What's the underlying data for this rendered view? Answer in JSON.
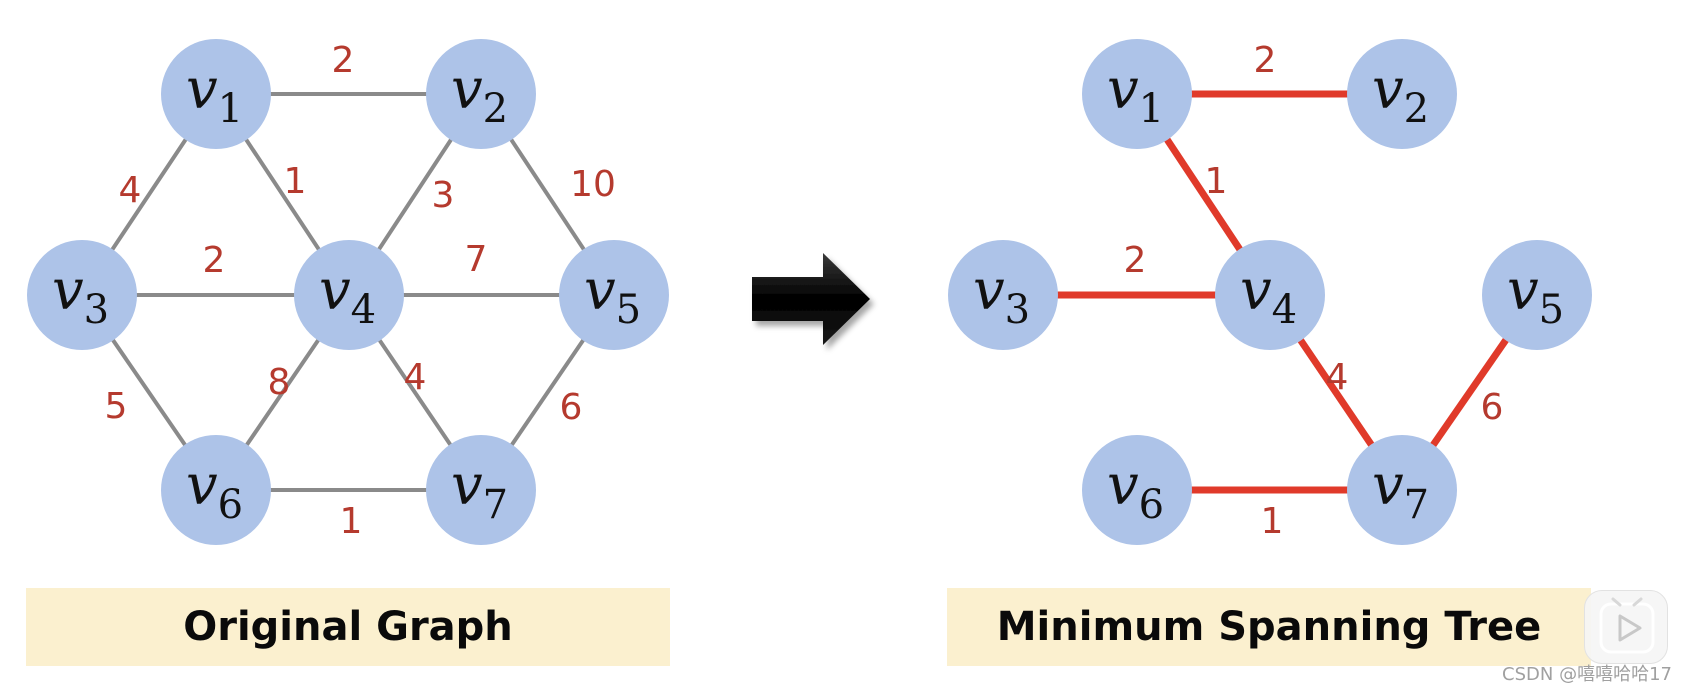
{
  "colors": {
    "node_fill": "#adc3e8",
    "original_edge": "#8a8a8a",
    "mst_edge": "#e03a2a",
    "weight_text": "#b53a2e",
    "caption_bg": "#fbf0cf",
    "arrow": "#111111"
  },
  "original_graph": {
    "caption": "Original Graph",
    "nodes": [
      {
        "id": "v1",
        "letter": "v",
        "sub": "1"
      },
      {
        "id": "v2",
        "letter": "v",
        "sub": "2"
      },
      {
        "id": "v3",
        "letter": "v",
        "sub": "3"
      },
      {
        "id": "v4",
        "letter": "v",
        "sub": "4"
      },
      {
        "id": "v5",
        "letter": "v",
        "sub": "5"
      },
      {
        "id": "v6",
        "letter": "v",
        "sub": "6"
      },
      {
        "id": "v7",
        "letter": "v",
        "sub": "7"
      }
    ],
    "edges": [
      {
        "from": "v1",
        "to": "v2",
        "weight": "2"
      },
      {
        "from": "v1",
        "to": "v3",
        "weight": "4"
      },
      {
        "from": "v1",
        "to": "v4",
        "weight": "1"
      },
      {
        "from": "v2",
        "to": "v4",
        "weight": "3"
      },
      {
        "from": "v2",
        "to": "v5",
        "weight": "10"
      },
      {
        "from": "v3",
        "to": "v4",
        "weight": "2"
      },
      {
        "from": "v4",
        "to": "v5",
        "weight": "7"
      },
      {
        "from": "v3",
        "to": "v6",
        "weight": "5"
      },
      {
        "from": "v4",
        "to": "v6",
        "weight": "8"
      },
      {
        "from": "v4",
        "to": "v7",
        "weight": "4"
      },
      {
        "from": "v5",
        "to": "v7",
        "weight": "6"
      },
      {
        "from": "v6",
        "to": "v7",
        "weight": "1"
      }
    ]
  },
  "mst": {
    "caption": "Minimum Spanning Tree",
    "nodes": [
      {
        "id": "v1",
        "letter": "v",
        "sub": "1"
      },
      {
        "id": "v2",
        "letter": "v",
        "sub": "2"
      },
      {
        "id": "v3",
        "letter": "v",
        "sub": "3"
      },
      {
        "id": "v4",
        "letter": "v",
        "sub": "4"
      },
      {
        "id": "v5",
        "letter": "v",
        "sub": "5"
      },
      {
        "id": "v6",
        "letter": "v",
        "sub": "6"
      },
      {
        "id": "v7",
        "letter": "v",
        "sub": "7"
      }
    ],
    "edges": [
      {
        "from": "v1",
        "to": "v2",
        "weight": "2"
      },
      {
        "from": "v1",
        "to": "v4",
        "weight": "1"
      },
      {
        "from": "v3",
        "to": "v4",
        "weight": "2"
      },
      {
        "from": "v4",
        "to": "v7",
        "weight": "4"
      },
      {
        "from": "v5",
        "to": "v7",
        "weight": "6"
      },
      {
        "from": "v6",
        "to": "v7",
        "weight": "1"
      }
    ]
  },
  "watermark": "CSDN @嘻嘻哈哈17",
  "icons": {
    "arrow": "right-arrow-icon",
    "play": "play-icon"
  }
}
